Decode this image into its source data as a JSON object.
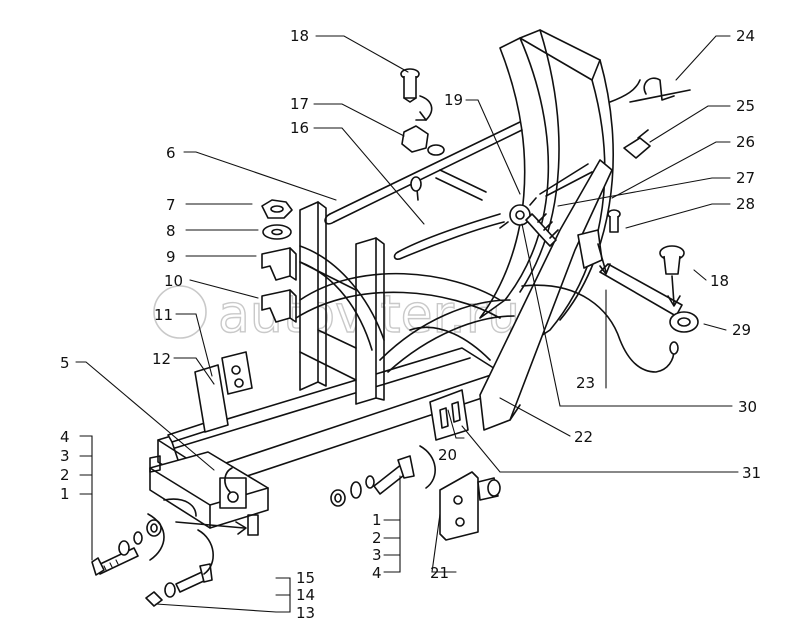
{
  "watermark": "autoviter.ru",
  "callouts": [
    {
      "id": "c18a",
      "label": "18"
    },
    {
      "id": "c24",
      "label": "24"
    },
    {
      "id": "c17",
      "label": "17"
    },
    {
      "id": "c19",
      "label": "19"
    },
    {
      "id": "c25",
      "label": "25"
    },
    {
      "id": "c16",
      "label": "16"
    },
    {
      "id": "c26",
      "label": "26"
    },
    {
      "id": "c6",
      "label": "6"
    },
    {
      "id": "c27",
      "label": "27"
    },
    {
      "id": "c7",
      "label": "7"
    },
    {
      "id": "c28",
      "label": "28"
    },
    {
      "id": "c8",
      "label": "8"
    },
    {
      "id": "c9",
      "label": "9"
    },
    {
      "id": "c18b",
      "label": "18"
    },
    {
      "id": "c10",
      "label": "10"
    },
    {
      "id": "c11",
      "label": "11"
    },
    {
      "id": "c29",
      "label": "29"
    },
    {
      "id": "c12",
      "label": "12"
    },
    {
      "id": "c5",
      "label": "5"
    },
    {
      "id": "c23",
      "label": "23"
    },
    {
      "id": "c30",
      "label": "30"
    },
    {
      "id": "c22",
      "label": "22"
    },
    {
      "id": "c20",
      "label": "20"
    },
    {
      "id": "c31",
      "label": "31"
    },
    {
      "id": "c21",
      "label": "21"
    }
  ],
  "groups": {
    "left": [
      "4",
      "3",
      "2",
      "1"
    ],
    "middle": [
      "1",
      "2",
      "3",
      "4"
    ],
    "bottom": [
      "15",
      "14",
      "13"
    ]
  }
}
